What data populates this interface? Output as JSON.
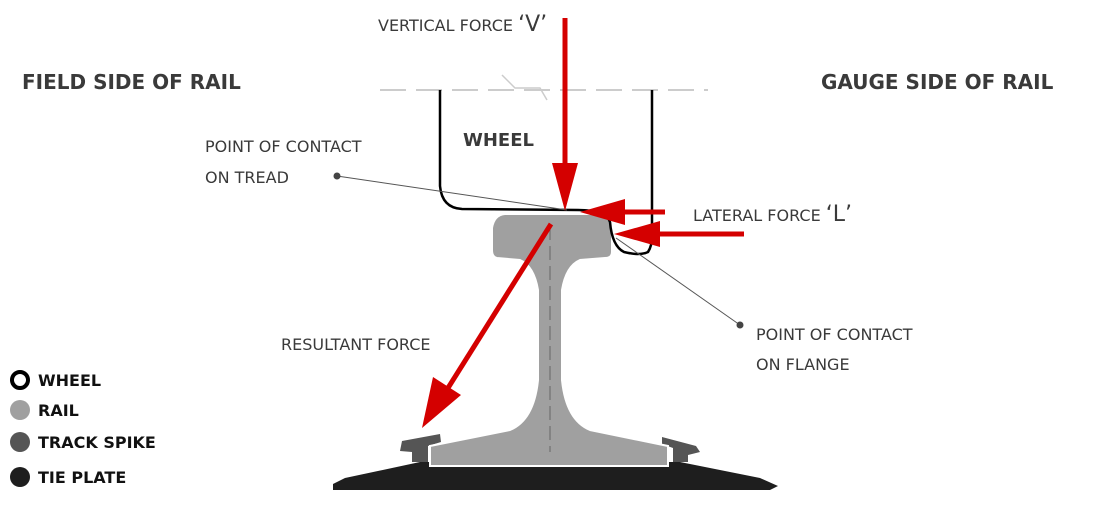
{
  "labels": {
    "vertical_force": "VERTICAL FORCE",
    "vertical_symbol": "‘V’",
    "field_side": "FIELD SIDE OF RAIL",
    "gauge_side": "GAUGE SIDE OF RAIL",
    "wheel": "WHEEL",
    "tread_line1": "POINT OF CONTACT",
    "tread_line2": "ON TREAD",
    "lateral_force": "LATERAL FORCE",
    "lateral_symbol": "‘L’",
    "flange_line1": "POINT OF CONTACT",
    "flange_line2": "ON FLANGE",
    "resultant_force": "RESULTANT FORCE"
  },
  "legend": [
    {
      "label": "WHEEL",
      "color": "#000000",
      "style": "ring"
    },
    {
      "label": "RAIL",
      "color": "#a0a0a0",
      "style": "fill"
    },
    {
      "label": "TRACK SPIKE",
      "color": "#555555",
      "style": "fill"
    },
    {
      "label": "TIE PLATE",
      "color": "#1e1e1e",
      "style": "fill"
    }
  ],
  "colors": {
    "arrow": "#d40000",
    "rail": "#a0a0a0",
    "spike": "#555555",
    "plate": "#1e1e1e"
  }
}
